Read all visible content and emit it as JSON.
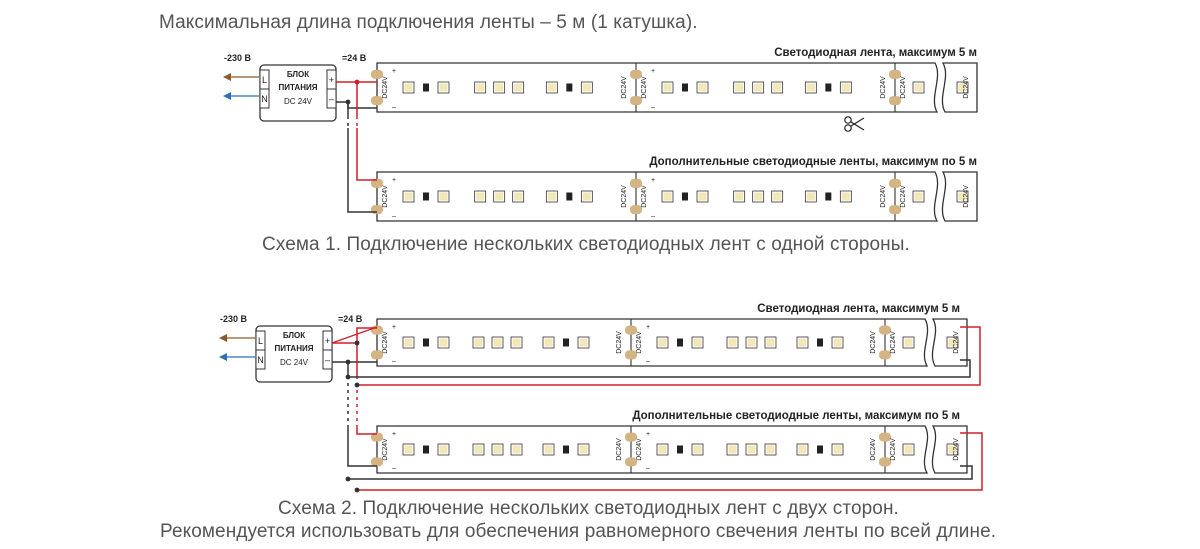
{
  "header": {
    "title": "Максимальная длина подключения ленты – 5 м (1 катушка)."
  },
  "captions": {
    "scheme1": "Схема 1. Подключение нескольких светодиодных лент с одной стороны.",
    "scheme2_line1": "Схема 2. Подключение нескольких светодиодных лент с двух сторон.",
    "scheme2_line2": "Рекомендуется использовать для обеспечения равномерного свечения ленты по всей длине."
  },
  "power_supply": {
    "title_line1": "БЛОК",
    "title_line2": "ПИТАНИЯ",
    "rating": "DC 24V",
    "input_label": "-230 В",
    "output_label": "=24 В",
    "terminal_l": "L",
    "terminal_n": "N",
    "terminal_plus": "+",
    "terminal_minus": "–"
  },
  "strips": {
    "main_label": "Светодиодная лента, максимум 5 м",
    "extra_label": "Дополнительные светодиодные ленты, максимум по 5 м",
    "segment_marking": "DC24V",
    "pad_plus": "+",
    "pad_minus": "–"
  },
  "icons": {
    "arrow_out": "arrow-left-icon",
    "cut_mark": "scissors-icon"
  },
  "colors": {
    "live_wire": "#8B5A2B",
    "neutral_wire": "#2F6FB5",
    "positive_wire": "#D0202A",
    "negative_wire": "#333333",
    "led": "#F2E7B6",
    "pad": "#D4B483"
  }
}
